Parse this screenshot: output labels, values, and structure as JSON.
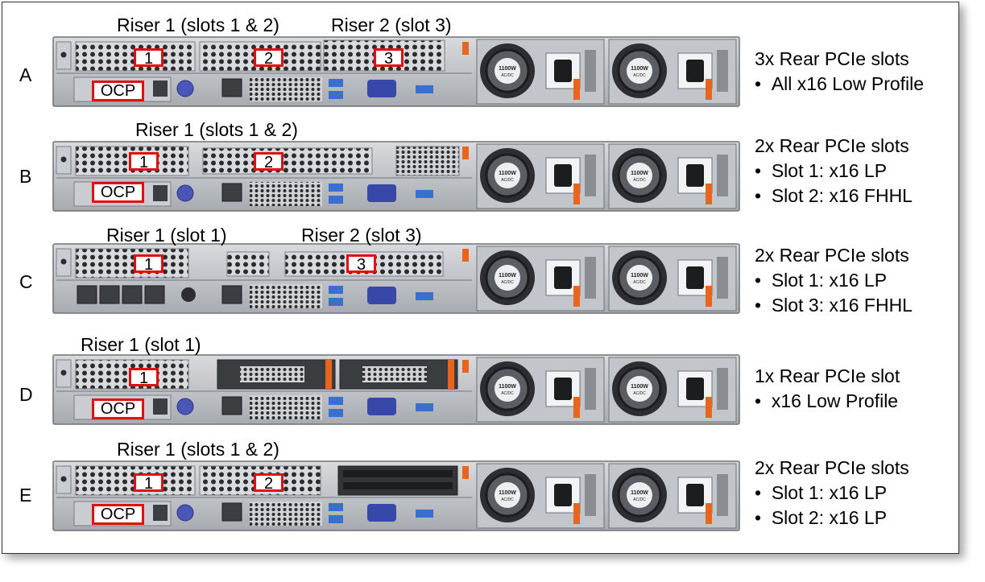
{
  "rows": [
    {
      "letter": "A",
      "risers": [
        {
          "label": "Riser 1 (slots 1 & 2)"
        },
        {
          "label": "Riser 2 (slot 3)"
        }
      ],
      "slots": [
        "1",
        "2",
        "3"
      ],
      "ocp": "OCP",
      "psu_label": "1100W",
      "psu_sub": "AC/DC",
      "desc_title": "3x Rear PCIe slots",
      "desc_bullets": [
        "All x16 Low Profile"
      ]
    },
    {
      "letter": "B",
      "risers": [
        {
          "label": "Riser 1 (slots 1 & 2)"
        }
      ],
      "slots": [
        "1",
        "2"
      ],
      "ocp": "OCP",
      "psu_label": "1100W",
      "psu_sub": "AC/DC",
      "desc_title": "2x Rear PCIe slots",
      "desc_bullets": [
        "Slot 1: x16 LP",
        "Slot 2: x16 FHHL"
      ]
    },
    {
      "letter": "C",
      "risers": [
        {
          "label": "Riser 1 (slot 1)"
        },
        {
          "label": "Riser 2 (slot 3)"
        }
      ],
      "slots": [
        "1",
        "3"
      ],
      "ocp": "",
      "psu_label": "1100W",
      "psu_sub": "AC/DC",
      "desc_title": "2x Rear PCIe slots",
      "desc_bullets": [
        "Slot 1: x16 LP",
        "Slot 3: x16 FHHL"
      ]
    },
    {
      "letter": "D",
      "risers": [
        {
          "label": "Riser 1 (slot 1)"
        }
      ],
      "slots": [
        "1"
      ],
      "ocp": "OCP",
      "psu_label": "1100W",
      "psu_sub": "AC/DC",
      "desc_title": "1x Rear PCIe slot",
      "desc_bullets": [
        "x16 Low Profile"
      ]
    },
    {
      "letter": "E",
      "risers": [
        {
          "label": "Riser 1 (slots 1 & 2)"
        }
      ],
      "slots": [
        "1",
        "2"
      ],
      "ocp": "OCP",
      "psu_label": "1100W",
      "psu_sub": "AC/DC",
      "desc_title": "2x Rear PCIe slots",
      "desc_bullets": [
        "Slot 1: x16 LP",
        "Slot 2: x16 LP"
      ]
    }
  ],
  "bullet_glyph": "•",
  "colors": {
    "chassis": "#b9bcc0",
    "chassis_dark": "#6e7276",
    "highlight": "#e01010",
    "latch": "#e8651b",
    "vga": "#3848a8",
    "usb": "#3a6fd0"
  }
}
